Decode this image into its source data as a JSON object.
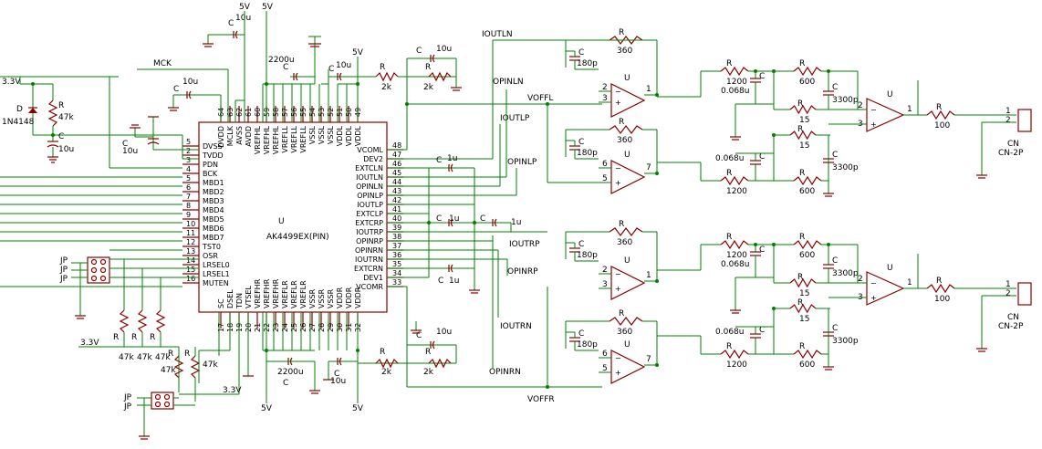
{
  "chip": {
    "ref": "U",
    "part": "AK4499EX(PIN)",
    "left_pins": [
      {
        "num": "5",
        "name": "DVSS"
      },
      {
        "num": "2",
        "name": "TVDD"
      },
      {
        "num": "3",
        "name": "PDN"
      },
      {
        "num": "4",
        "name": "BCK"
      },
      {
        "num": "5",
        "name": "MBD1"
      },
      {
        "num": "6",
        "name": "MBD2"
      },
      {
        "num": "7",
        "name": "MBD3"
      },
      {
        "num": "8",
        "name": "MBD4"
      },
      {
        "num": "9",
        "name": "MBD5"
      },
      {
        "num": "10",
        "name": "MBD6"
      },
      {
        "num": "11",
        "name": "MBD7"
      },
      {
        "num": "12",
        "name": "TST0"
      },
      {
        "num": "13",
        "name": "OSR"
      },
      {
        "num": "14",
        "name": "LRSEL0"
      },
      {
        "num": "15",
        "name": "LRSEL1"
      },
      {
        "num": "16",
        "name": "MUTEN"
      }
    ],
    "right_pins": [
      {
        "num": "48",
        "name": "VCOML"
      },
      {
        "num": "47",
        "name": "DEV2"
      },
      {
        "num": "46",
        "name": "EXTCLN"
      },
      {
        "num": "45",
        "name": "IOUTLN"
      },
      {
        "num": "44",
        "name": "OPINLN"
      },
      {
        "num": "43",
        "name": "OPINLP"
      },
      {
        "num": "42",
        "name": "IOUTLP"
      },
      {
        "num": "41",
        "name": "EXTCLP"
      },
      {
        "num": "40",
        "name": "EXTCRP"
      },
      {
        "num": "39",
        "name": "IOUTRP"
      },
      {
        "num": "38",
        "name": "OPINRP"
      },
      {
        "num": "37",
        "name": "OPINRN"
      },
      {
        "num": "36",
        "name": "IOUTRN"
      },
      {
        "num": "35",
        "name": "EXTCRN"
      },
      {
        "num": "34",
        "name": "DEV1"
      },
      {
        "num": "33",
        "name": "VCOMR"
      }
    ],
    "top_pins": [
      {
        "num": "64",
        "name": "DVDD"
      },
      {
        "num": "63",
        "name": "MCLK"
      },
      {
        "num": "62",
        "name": "AVSS"
      },
      {
        "num": "61",
        "name": "AVDD"
      },
      {
        "num": "60",
        "name": "VREFHL"
      },
      {
        "num": "59",
        "name": "VREFHL"
      },
      {
        "num": "58",
        "name": "VREFHL"
      },
      {
        "num": "57",
        "name": "VREFLL"
      },
      {
        "num": "56",
        "name": "VREFLL"
      },
      {
        "num": "55",
        "name": "VREFLL"
      },
      {
        "num": "54",
        "name": "VSSL"
      },
      {
        "num": "53",
        "name": "VSSL"
      },
      {
        "num": "52",
        "name": "VSSL"
      },
      {
        "num": "51",
        "name": "VDDL"
      },
      {
        "num": "50",
        "name": "VDDL"
      },
      {
        "num": "49",
        "name": "VDDL"
      }
    ],
    "bottom_pins": [
      {
        "num": "17",
        "name": "SC"
      },
      {
        "num": "18",
        "name": "DSEL"
      },
      {
        "num": "19",
        "name": "TDN"
      },
      {
        "num": "20",
        "name": "VTSEL"
      },
      {
        "num": "21",
        "name": "VREFHR"
      },
      {
        "num": "22",
        "name": "VREFHR"
      },
      {
        "num": "23",
        "name": "VREFHR"
      },
      {
        "num": "24",
        "name": "VREFLR"
      },
      {
        "num": "25",
        "name": "VREFLR"
      },
      {
        "num": "26",
        "name": "VREFLR"
      },
      {
        "num": "27",
        "name": "VSSR"
      },
      {
        "num": "28",
        "name": "VSSR"
      },
      {
        "num": "29",
        "name": "VSSR"
      },
      {
        "num": "30",
        "name": "VDDR"
      },
      {
        "num": "31",
        "name": "VDDR"
      },
      {
        "num": "32",
        "name": "VDDR"
      }
    ]
  },
  "labels": {
    "v5_a": "5V",
    "v5_b": "5V",
    "v5_c": "5V",
    "v5_d": "5V",
    "v5_e": "5V",
    "v33_a": "3.3V",
    "v33_b": "3.3V",
    "v33_c": "3.3V",
    "mck": "MCK",
    "ioutln": "IOUTLN",
    "opinln": "OPINLN",
    "voffl": "VOFFL",
    "ioutlp": "IOUTLP",
    "opinlp": "OPINLP",
    "ioutrp": "IOUTRP",
    "opinrp": "OPINRP",
    "ioutrn": "IOUTRN",
    "opinrn": "OPINRN",
    "voffr": "VOFFR"
  },
  "parts": {
    "d_ref": "D",
    "d_val": "1N4148",
    "r_ref": "R",
    "c_ref": "C",
    "u_ref": "U",
    "jp_ref": "JP",
    "r47k": "47k",
    "r2k": "2k",
    "r360": "360",
    "r1200": "1200",
    "r600": "600",
    "r15": "15",
    "r100": "100",
    "c10u": "10u",
    "c1u": "1u",
    "c2200u": "2200u",
    "c180p": "180p",
    "c0068u": "0.068u",
    "c3300p": "3300p",
    "cn_ref": "CN",
    "cn_val": "CN-2P",
    "pin1": "1",
    "pin2": "2",
    "pin3": "3",
    "pin5": "5",
    "pin6": "6",
    "pin7": "7"
  },
  "colors": {
    "wire": "#008000",
    "component": "#8b0000",
    "text": "#000000"
  }
}
